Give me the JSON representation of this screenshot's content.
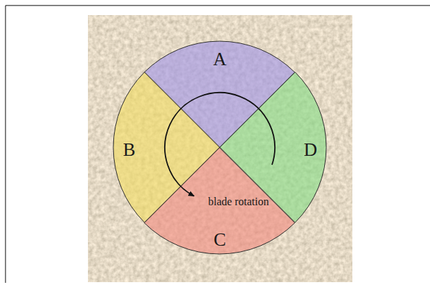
{
  "diagram": {
    "nodes": [
      {
        "text": [
          "A"
        ]
      },
      {
        "text": [
          "B"
        ]
      },
      {
        "text": [
          "D"
        ]
      },
      {
        "text": [
          "C"
        ]
      }
    ],
    "labels": [
      "blade rotation"
    ]
  }
}
